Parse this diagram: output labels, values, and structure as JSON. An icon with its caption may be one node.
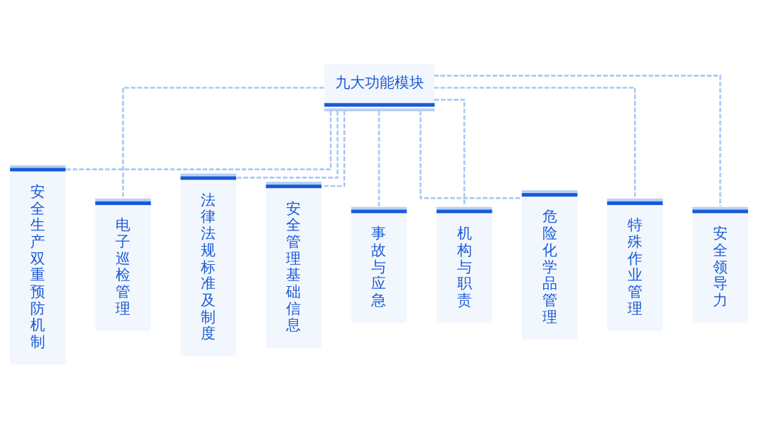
{
  "diagram": {
    "nodes": [
      {
        "text": [
          "九大功能模块"
        ]
      },
      {
        "text": [
          "安全生产双重预防机制"
        ]
      },
      {
        "text": [
          "电子巡检管理"
        ]
      },
      {
        "text": [
          "法律法规标准及制度"
        ]
      },
      {
        "text": [
          "安全管理基础信息"
        ]
      },
      {
        "text": [
          "事故与应急"
        ]
      },
      {
        "text": [
          "机构与职责"
        ]
      },
      {
        "text": [
          "危险化学品管理"
        ]
      },
      {
        "text": [
          "特殊作业管理"
        ]
      },
      {
        "text": [
          "安全领导力"
        ]
      }
    ],
    "edges": [
      {
        "from": 0,
        "to": 1,
        "arrow": "none",
        "style": "dashed"
      },
      {
        "from": 0,
        "to": 2,
        "arrow": "none",
        "style": "dashed"
      },
      {
        "from": 0,
        "to": 3,
        "arrow": "none",
        "style": "dashed"
      },
      {
        "from": 0,
        "to": 4,
        "arrow": "none",
        "style": "dashed"
      },
      {
        "from": 0,
        "to": 5,
        "arrow": "none",
        "style": "dashed"
      },
      {
        "from": 0,
        "to": 6,
        "arrow": "none",
        "style": "dashed"
      },
      {
        "from": 0,
        "to": 7,
        "arrow": "none",
        "style": "dashed"
      },
      {
        "from": 0,
        "to": 8,
        "arrow": "none",
        "style": "dashed"
      },
      {
        "from": 0,
        "to": 9,
        "arrow": "none",
        "style": "dashed"
      }
    ]
  }
}
